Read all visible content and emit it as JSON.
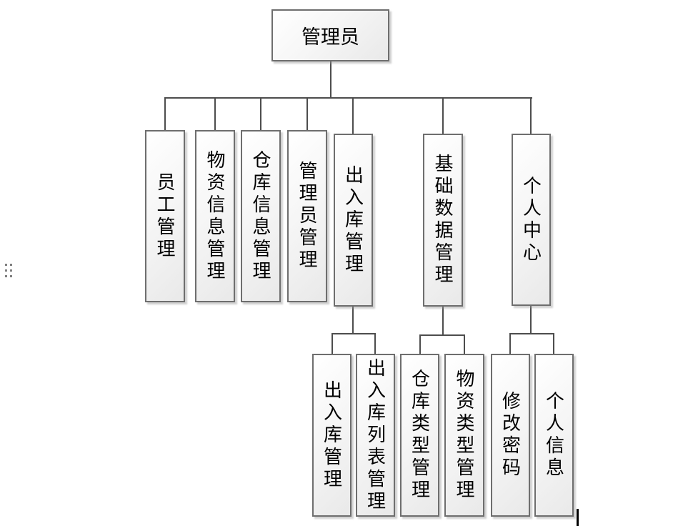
{
  "diagram": {
    "root": {
      "label": "管理员"
    },
    "level2": [
      {
        "label": "员工管理"
      },
      {
        "label": "物资信息管理"
      },
      {
        "label": "仓库信息管理"
      },
      {
        "label": "管理员管理"
      },
      {
        "label": "出入库管理"
      },
      {
        "label": "基础数据管理"
      },
      {
        "label": "个人中心"
      }
    ],
    "level3": [
      {
        "label": "出入库管理",
        "parent": "出入库管理"
      },
      {
        "label": "出入库列表管理",
        "parent": "出入库管理"
      },
      {
        "label": "仓库类型管理",
        "parent": "基础数据管理"
      },
      {
        "label": "物资类型管理",
        "parent": "基础数据管理"
      },
      {
        "label": "修改密码",
        "parent": "个人中心"
      },
      {
        "label": "个人信息",
        "parent": "个人中心"
      }
    ],
    "colors": {
      "connector": "#4d4d4d",
      "node_border": "#6e6e6e",
      "node_fill_top": "#ffffff",
      "node_fill_bottom": "#e9e9e9",
      "text": "#000000",
      "background": "#ffffff",
      "grip_dot": "#7f7f7f"
    }
  }
}
